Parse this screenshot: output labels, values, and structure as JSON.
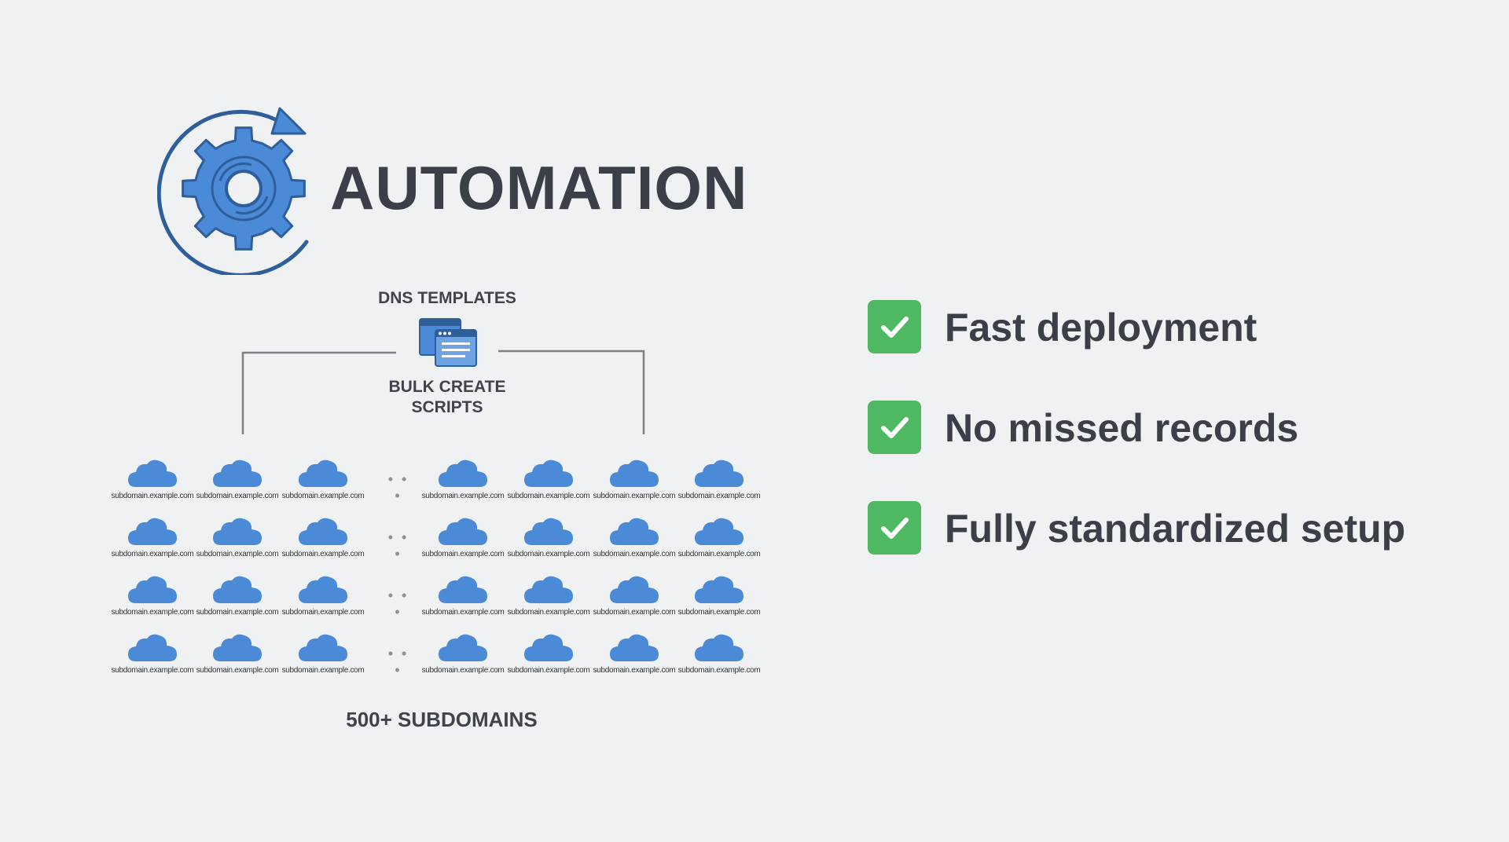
{
  "header": {
    "title": "AUTOMATION",
    "icon": "gear-refresh-icon"
  },
  "diagram": {
    "templates_label": "DNS TEMPLATES",
    "templates_icon": "template-windows-icon",
    "scripts_label": "BULK CREATE\nSCRIPTS",
    "subdomain_text": "subdomain.example.com",
    "subdomain_icon": "cloud-icon",
    "ellipsis": "• • •",
    "count_label": "500+ SUBDOMAINS"
  },
  "benefits": [
    {
      "label": "Fast deployment",
      "icon": "checkmark-icon"
    },
    {
      "label": "No missed records",
      "icon": "checkmark-icon"
    },
    {
      "label": "Fully standardized setup",
      "icon": "checkmark-icon"
    }
  ],
  "colors": {
    "accent_blue": "#4a8ad6",
    "dark_blue": "#2f5f9a",
    "check_green": "#4eb863",
    "text": "#3b4048"
  }
}
